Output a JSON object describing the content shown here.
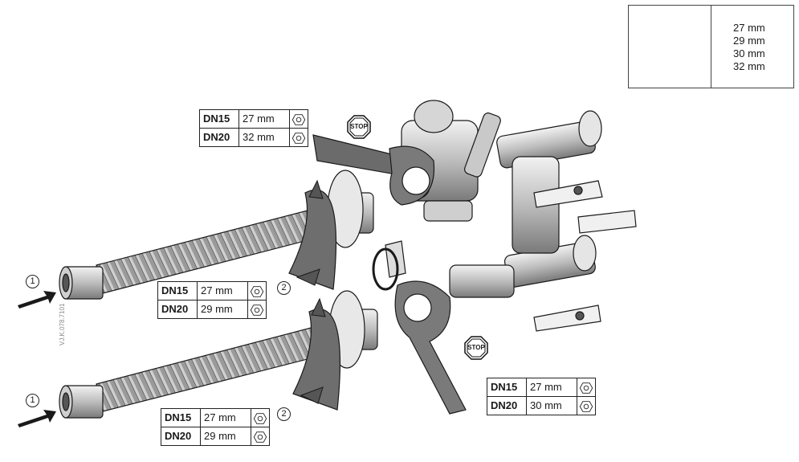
{
  "legend": {
    "sizes": [
      "27 mm",
      "29 mm",
      "30 mm",
      "32 mm"
    ],
    "icons": [
      "wrench-icon",
      "hex-nut-icon"
    ]
  },
  "tables": [
    {
      "rows": [
        {
          "dn": "DN15",
          "mm": "27 mm"
        },
        {
          "dn": "DN20",
          "mm": "32 mm"
        }
      ]
    },
    {
      "rows": [
        {
          "dn": "DN15",
          "mm": "27 mm"
        },
        {
          "dn": "DN20",
          "mm": "29 mm"
        }
      ]
    },
    {
      "rows": [
        {
          "dn": "DN15",
          "mm": "27 mm"
        },
        {
          "dn": "DN20",
          "mm": "29 mm"
        }
      ]
    },
    {
      "rows": [
        {
          "dn": "DN15",
          "mm": "27 mm"
        },
        {
          "dn": "DN20",
          "mm": "30 mm"
        }
      ]
    }
  ],
  "stop_label": "STOP",
  "step_labels": {
    "one": "1",
    "two": "2"
  },
  "drawing_code": "VJ.K.078.7101",
  "colors": {
    "line": "#1a1a1a",
    "hose": "#8a8a8a",
    "metal": "#bdbdbd",
    "dark": "#555555"
  }
}
